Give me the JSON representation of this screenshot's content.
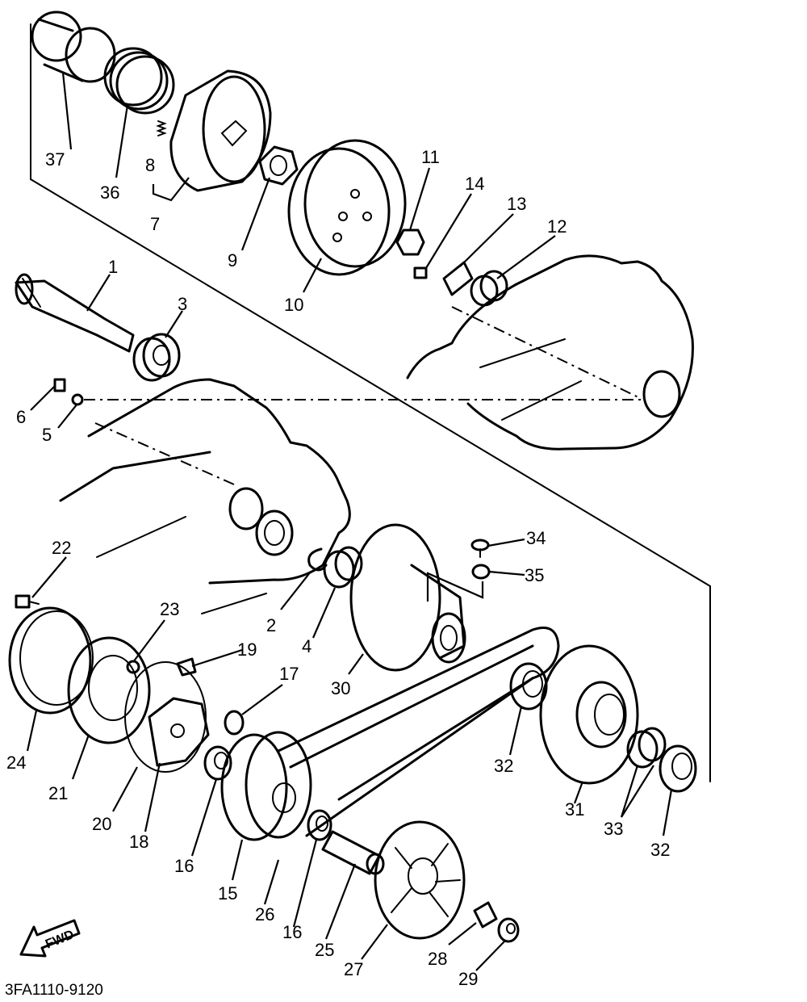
{
  "diagram_code": "3FA1110-9120",
  "direction_label": "FWD",
  "labels": {
    "p1": "1",
    "p2": "2",
    "p3": "3",
    "p4": "4",
    "p5": "5",
    "p6": "6",
    "p7": "7",
    "p8": "8",
    "p9": "9",
    "p10": "10",
    "p11": "11",
    "p12": "12",
    "p13": "13",
    "p14": "14",
    "p15": "15",
    "p16a": "16",
    "p16b": "16",
    "p17": "17",
    "p18": "18",
    "p19": "19",
    "p20": "20",
    "p21": "21",
    "p22": "22",
    "p23": "23",
    "p24": "24",
    "p25": "25",
    "p26": "26",
    "p27": "27",
    "p28": "28",
    "p29": "29",
    "p30": "30",
    "p31": "31",
    "p32a": "32",
    "p32b": "32",
    "p33": "33",
    "p34": "34",
    "p35": "35",
    "p36": "36",
    "p37": "37"
  }
}
